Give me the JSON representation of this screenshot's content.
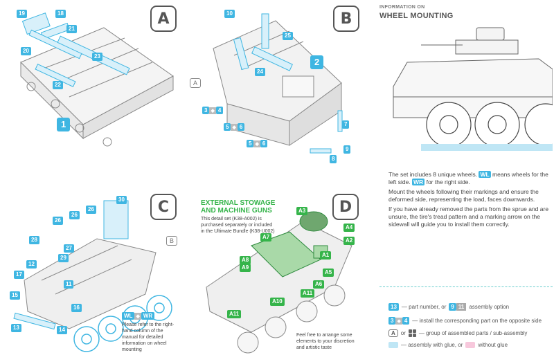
{
  "steps": {
    "a": {
      "letter": "A",
      "parts": [
        "19",
        "18",
        "21",
        "20",
        "23",
        "22"
      ],
      "group": "1"
    },
    "b": {
      "letter": "B",
      "parts": [
        "10",
        "25",
        "24",
        "7",
        "9",
        "8"
      ],
      "group": "2",
      "ref": "A",
      "opposite": [
        {
          "n": "3",
          "m": "4"
        },
        {
          "n": "5",
          "m": "6"
        },
        {
          "n": "5",
          "m": "6"
        }
      ]
    },
    "c": {
      "letter": "C",
      "parts": [
        "30",
        "26",
        "26",
        "26",
        "28",
        "27",
        "29",
        "12",
        "11",
        "17",
        "15",
        "16",
        "13",
        "14"
      ],
      "ref": "B",
      "wheel_tags": {
        "wl": "WL",
        "wr": "WR"
      },
      "wheel_note": "Please refer to the right-hand column of the manual for detailed information on wheel mounting"
    },
    "d": {
      "letter": "D",
      "title_line1": "EXTERNAL STOWAGE",
      "title_line2": "AND MACHINE GUNS",
      "desc": "This detail set (K38-A002) is purchased separately or included in the Ultimate Bundle (K38-U002)",
      "parts": [
        "A3",
        "A4",
        "A7",
        "A2",
        "A8",
        "A9",
        "A1",
        "A5",
        "A6",
        "A10",
        "A11",
        "A11"
      ],
      "arrange_note": "Feel free to arrange some elements to your discretion and artistic taste"
    }
  },
  "info": {
    "kicker": "INFORMATION ON",
    "heading": "WHEEL MOUNTING",
    "p1_a": "The set includes 8 unique wheels.",
    "p1_wl": "WL",
    "p1_b": "means wheels for the left side.",
    "p1_wr": "WR",
    "p1_c": "for the right side.",
    "p2": "Mount the wheels following their markings and ensure the deformed side, representing the load, faces downwards.",
    "p3": "If you have already removed the parts from the sprue and are unsure, the tire's tread pattern and a marking arrow on the sidewall will guide you to install them correctly."
  },
  "legend": {
    "part_num": "13",
    "part_text": "— part number, or",
    "opt_a": "9",
    "opt_b": "11",
    "opt_text": "assembly option",
    "opp_a": "3",
    "opp_b": "4",
    "opp_text": "— install the corresponding part on the opposite side",
    "sub_letter": "A",
    "sub_or": "or",
    "sub_text": "— group of assembled parts / sub-assembly",
    "glue_text": "— assembly with glue, or",
    "noglue_text": "without glue"
  },
  "colors": {
    "accent": "#3fb6e2",
    "green": "#35b44a",
    "glue": "#bfe6f5",
    "noglue": "#f7c8dc"
  }
}
